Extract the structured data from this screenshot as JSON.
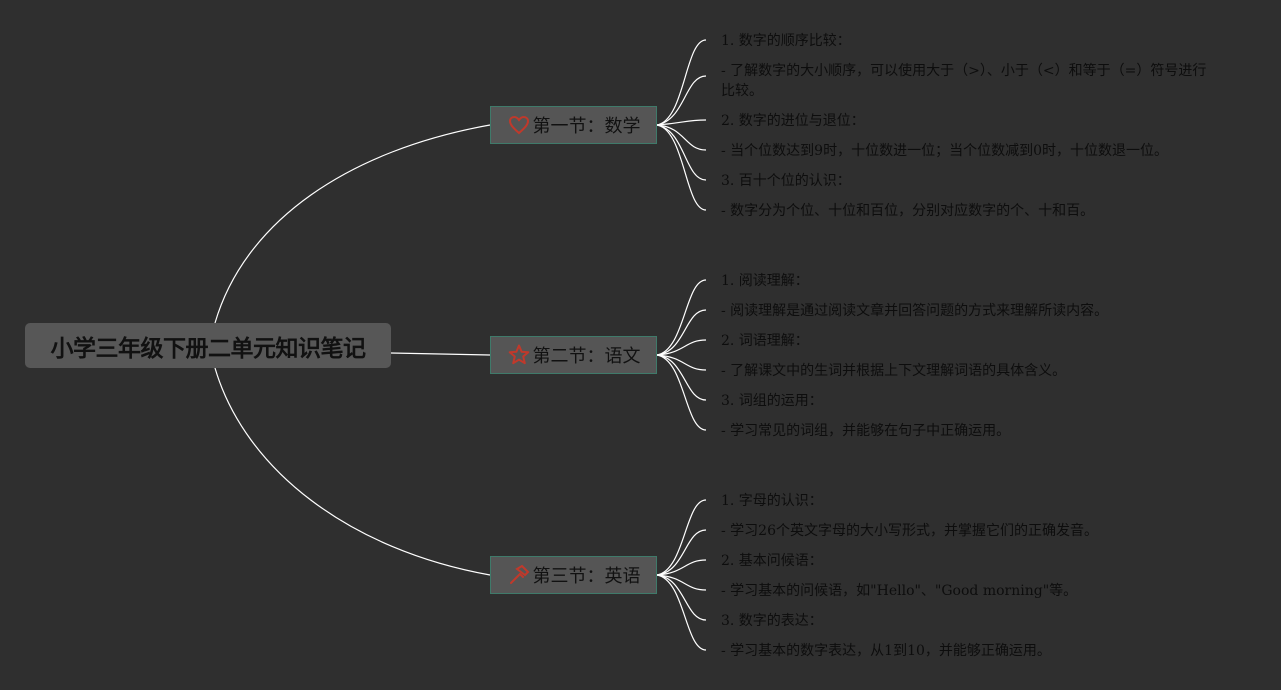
{
  "root": {
    "title": "小学三年级下册二单元知识笔记"
  },
  "colors": {
    "background": "#2f2f2f",
    "node_fill": "#555555",
    "node_border": "#3f7a6a",
    "icon": "#c0392b",
    "connector": "#ffffff"
  },
  "sections": [
    {
      "title": "第一节：数学",
      "icon": "heart-icon",
      "items": [
        "1. 数字的顺序比较：",
        "- 了解数字的大小顺序，可以使用大于（>）、小于（<）和等于（=）符号进行比较。",
        "2. 数字的进位与退位：",
        "- 当个位数达到9时，十位数进一位；当个位数减到0时，十位数退一位。",
        "3. 百十个位的认识：",
        "- 数字分为个位、十位和百位，分别对应数字的个、十和百。"
      ]
    },
    {
      "title": "第二节：语文",
      "icon": "star-icon",
      "items": [
        "1. 阅读理解：",
        "- 阅读理解是通过阅读文章并回答问题的方式来理解所读内容。",
        "2. 词语理解：",
        "- 了解课文中的生词并根据上下文理解词语的具体含义。",
        "3. 词组的运用：",
        "- 学习常见的词组，并能够在句子中正确运用。"
      ]
    },
    {
      "title": "第三节：英语",
      "icon": "hammer-icon",
      "items": [
        "1. 字母的认识：",
        "- 学习26个英文字母的大小写形式，并掌握它们的正确发音。",
        "2. 基本问候语：",
        "- 学习基本的问候语，如\"Hello\"、\"Good morning\"等。",
        "3. 数字的表达：",
        "- 学习基本的数字表达，从1到10，并能够正确运用。"
      ]
    }
  ]
}
